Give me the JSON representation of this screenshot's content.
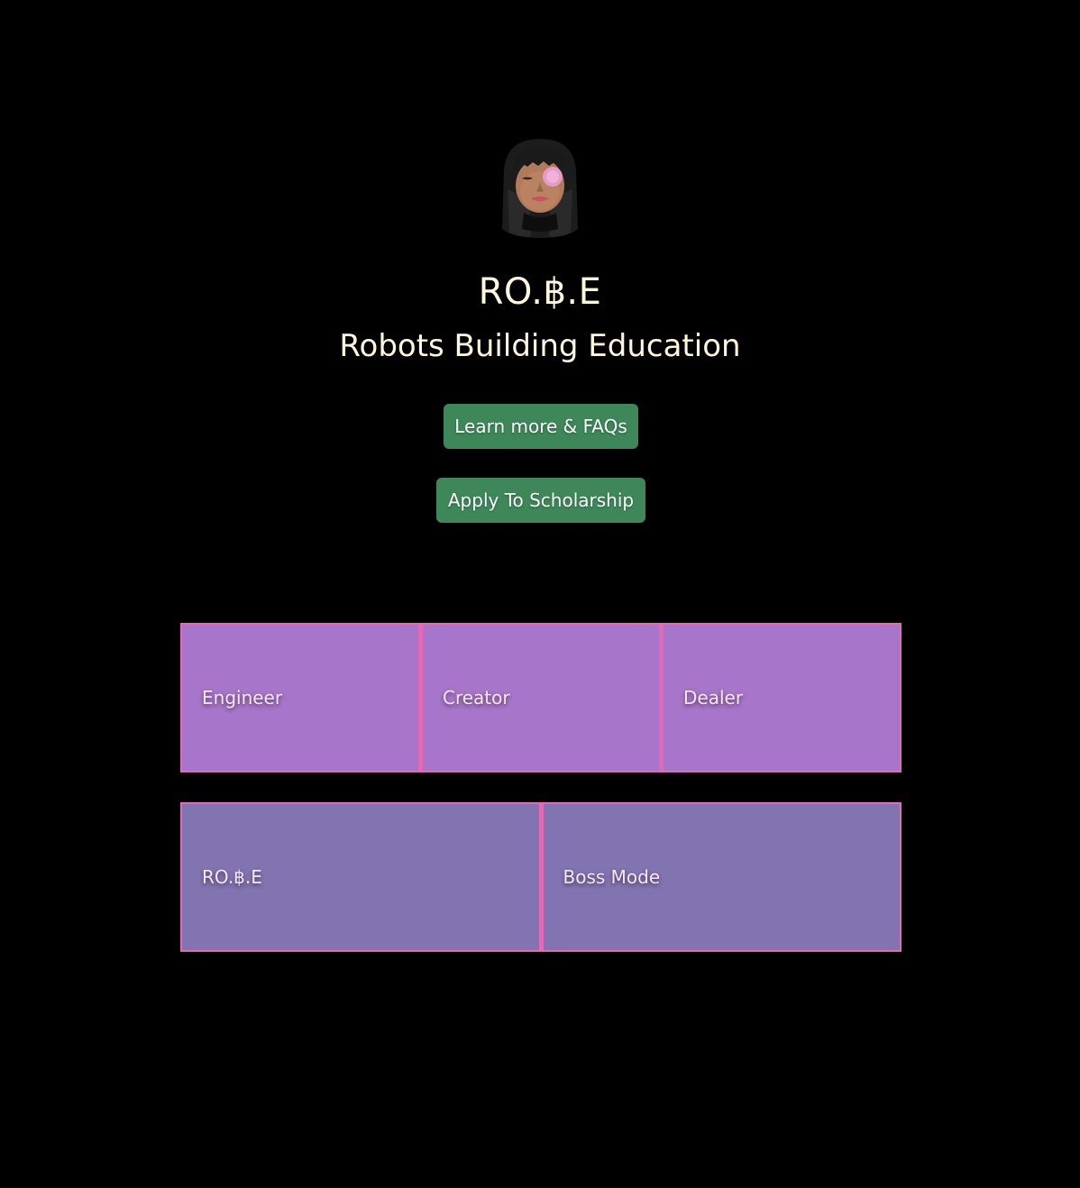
{
  "header": {
    "avatar_icon": "memoji-avatar-icon",
    "title": "RO.฿.E",
    "subtitle": "Robots Building Education"
  },
  "actions": {
    "learn_label": "Learn more & FAQs",
    "apply_label": "Apply To Scholarship"
  },
  "tiles": {
    "row1": [
      {
        "label": "Engineer"
      },
      {
        "label": "Creator"
      },
      {
        "label": "Dealer"
      }
    ],
    "row2": [
      {
        "label": "RO.฿.E"
      },
      {
        "label": "Boss Mode"
      }
    ]
  },
  "colors": {
    "background": "#000000",
    "text_cream": "#fff8dc",
    "button_green": "#3d8759",
    "tile_purple": "#a775c9",
    "tile_indigo": "#8274b0",
    "tile_border": "#e46ab8"
  }
}
